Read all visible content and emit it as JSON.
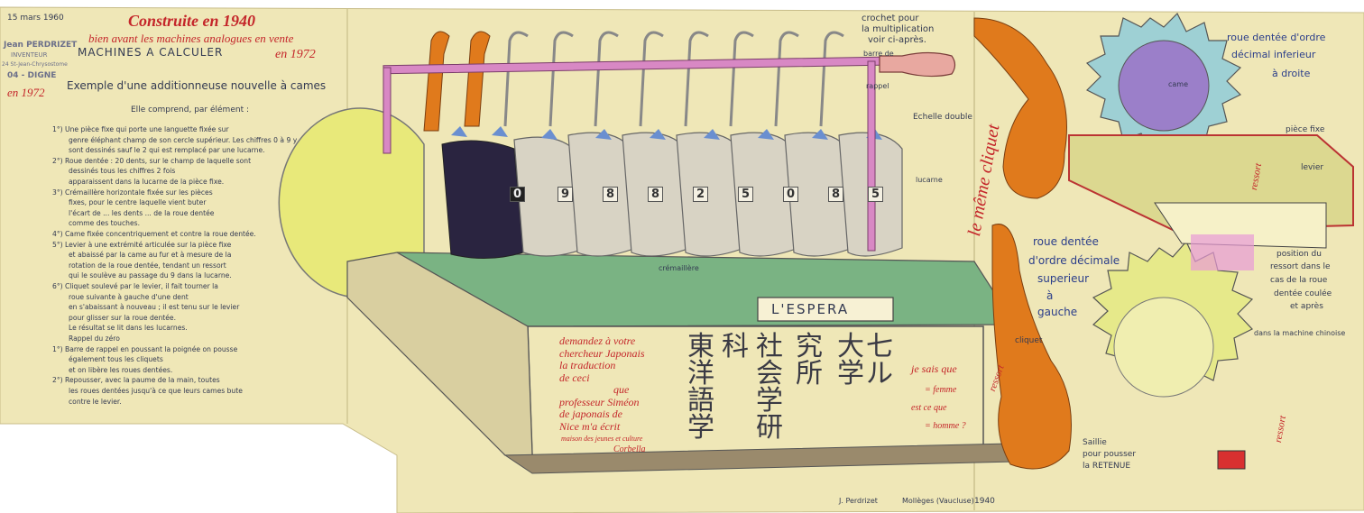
{
  "header": {
    "date": "15 mars 1960",
    "title_red": "Construite en 1940",
    "subtitle_red_1": "bien avant les machines analogues en vente",
    "subtitle_red_2": "en 1972",
    "machines_title": "MACHINES A CALCULER",
    "en_1972": "en 1972"
  },
  "stamp": {
    "name": "Jean PERDRIZET",
    "role": "INVENTEUR",
    "street": "24 St-Jean-Chrysostome",
    "city": "04 - DIGNE"
  },
  "left_text": {
    "heading": "Exemple d'une additionneuse nouvelle à cames",
    "intro": "Elle comprend, par élément :",
    "items": [
      "1°) Une pièce fixe qui porte une languette fixée sur",
      "genre éléphant   champ de son cercle supérieur. Les chiffres 0 à 9 y",
      "sont dessinés         sauf le 2   qui est remplacé par une lucarne.",
      "2°) Roue dentée : 20 dents, sur le champ de laquelle sont",
      "dessinés tous les chiffres 2 fois",
      "apparaissent dans la lucarne de la pièce fixe.",
      "3°) Crémaillère horizontale fixée sur les pièces",
      "fixes, pour le centre laquelle vient buter",
      "l'écart de ... les dents ... de la roue dentée",
      "comme des touches.",
      "4°) Came fixée concentriquement et contre la roue dentée.",
      "5°) Levier à une extrémité articulée sur la pièce fixe",
      "et abaissé par la came au fur et à mesure de la",
      "rotation de la roue dentée, tendant un ressort",
      "qui le soulève au passage du 9 dans la lucarne.",
      "6°) Cliquet soulevé par le levier, il fait tourner la",
      "roue suivante à gauche d'une dent",
      "en s'abaissant à nouveau ; il est tenu sur le levier",
      "pour glisser sur la roue dentée.",
      "Le résultat se lit dans les lucarnes.",
      "Rappel du zéro",
      "1°) Barre de rappel en poussant la poignée on pousse",
      "également tous les cliquets",
      "et on libère les roues dentées.",
      "2°) Repousser, avec la paume de la main, toutes",
      "les roues dentées jusqu'à ce que leurs cames bute",
      "contre le levier."
    ]
  },
  "machine_labels": {
    "crochet": "crochet pour",
    "crochet_2": "la multiplication",
    "crochet_3": "voir ci-après.",
    "barre": "barre de",
    "barre_2": "rappel",
    "echelle": "Echelle double",
    "lucarne": "lucarne",
    "cremaillere": "crémaillère",
    "plate": "L'ESPERA",
    "digits": [
      "0",
      "9",
      "8",
      "8",
      "2",
      "5",
      "0",
      "8",
      "5"
    ]
  },
  "front_text": {
    "red_lines": [
      "demandez à votre",
      "chercheur Japonais",
      "la traduction",
      "de ceci",
      "que",
      "professeur Siméon",
      "de japonais de",
      "Nice m'a écrit"
    ],
    "maison": "maison des jeunes et culture",
    "corbella": "Corbella",
    "cjk_columns": [
      "東洋語学",
      "科",
      "社会学研",
      "究所",
      "大学",
      "七ル"
    ],
    "question_1": "je sais que",
    "question_2": "= femme",
    "question_3": "est ce que",
    "question_4": "= homme ?"
  },
  "right_labels": {
    "roue_inferieur_1": "roue dentée d'ordre",
    "roue_inferieur_2": "décimal inferieur",
    "roue_inferieur_3": "à droite",
    "came": "came",
    "piece_fixe": "pièce fixe",
    "levier": "levier",
    "ressort_1": "ressort",
    "cliquet_vertical": "le même cliquet",
    "roue_superieur_1": "roue dentée",
    "roue_superieur_2": "d'ordre décimale",
    "roue_superieur_3": "superieur",
    "roue_superieur_4": "à",
    "roue_superieur_5": "gauche",
    "position_1": "position du",
    "position_2": "ressort dans le",
    "position_3": "cas de la roue",
    "position_4": "dentée coulée",
    "position_5": "et après",
    "cliquet": "cliquet",
    "ressort_2": "ressort",
    "ressort_3": "ressort",
    "machine_chinoise": "dans la machine chinoise",
    "saillie_1": "Saillie",
    "saillie_2": "pour pousser",
    "saillie_3": "la RETENUE"
  },
  "footer": {
    "signature": "J. Perdrizet",
    "place": "Mollèges (Vaucluse)",
    "year": "1940"
  },
  "colors": {
    "paper": "#efe7b7",
    "ink_red": "#c4262a",
    "ink_blue": "#2a3d8a",
    "orange": "#e07a1c",
    "green": "#5fa878",
    "purple": "#9a78c0"
  }
}
